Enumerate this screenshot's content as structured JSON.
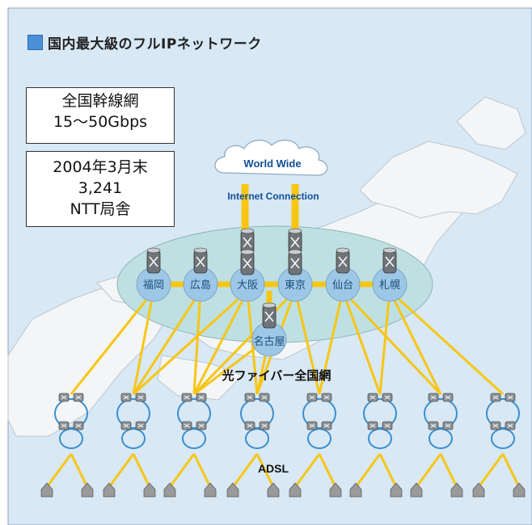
{
  "title": "国内最大級のフルIPネットワーク",
  "backbone_box": {
    "line1": "全国幹線網",
    "line2": "15～50Gbps"
  },
  "stats_box": {
    "line1": "2004年3月末",
    "line2": "3,241",
    "line3": "NTT局舎"
  },
  "cloud": {
    "label": "World Wide",
    "caption": "Internet Connection"
  },
  "backbone_nodes": [
    "福岡",
    "広島",
    "大阪",
    "東京",
    "仙台",
    "札幌"
  ],
  "nagoya_node": "名古屋",
  "fiber_label": "光ファイバー全国網",
  "adsl_label": "ADSL",
  "colors": {
    "background": "#d8e8f4",
    "map": "#f4f5f6",
    "backbone_ellipse": "#bfe0e2",
    "fiber": "#f7c614",
    "node_circle": "#9dc7e6",
    "ring": "#3a8fd0",
    "title_square": "#4a90d9"
  }
}
